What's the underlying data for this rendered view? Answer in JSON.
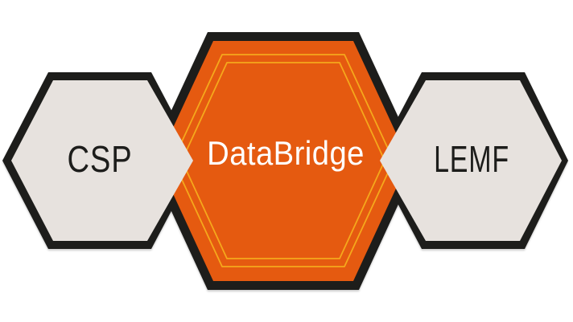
{
  "diagram": {
    "background_color": "#FFFFFF",
    "border_color": "#1D1D1B",
    "nodes": [
      {
        "id": "csp",
        "label": "CSP",
        "position": "left",
        "shape": "hexagon",
        "fill_color": "#E7E2DE",
        "text_color": "#1D1D1B"
      },
      {
        "id": "databridge",
        "label": "DataBridge",
        "position": "center",
        "shape": "hexagon",
        "fill_color": "#E55A10",
        "text_color": "#FFFFFF",
        "inner_outline_color": "#F5A81C",
        "inner_outline_count": 2
      },
      {
        "id": "lemf",
        "label": "LEMF",
        "position": "right",
        "shape": "hexagon",
        "fill_color": "#E7E2DE",
        "text_color": "#1D1D1B"
      }
    ]
  }
}
